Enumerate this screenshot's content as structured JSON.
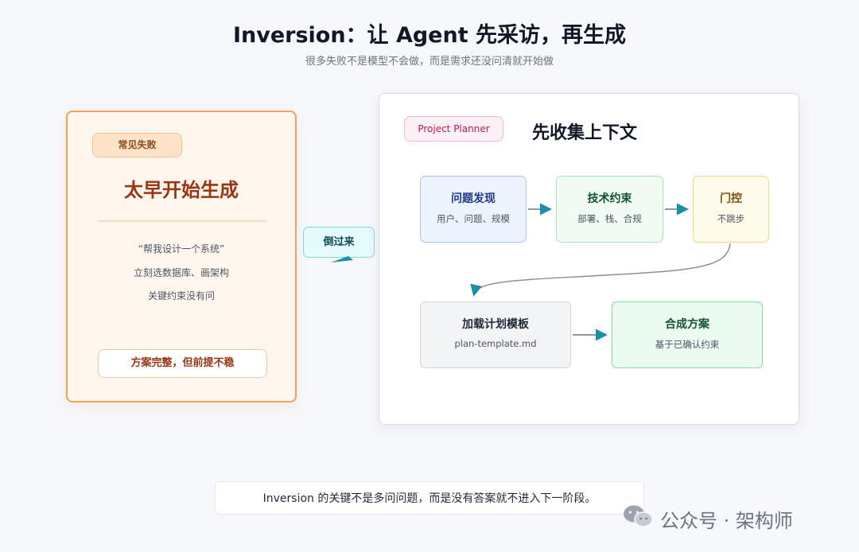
{
  "header": {
    "title": "Inversion：让 Agent 先采访，再生成",
    "subtitle": "很多失败不是模型不会做，而是需求还没问清就开始做"
  },
  "failure": {
    "badge": "常见失败",
    "heading": "太早开始生成",
    "lines": [
      "“帮我设计一个系统”",
      "立刻选数据库、画架构",
      "关键约束没有问"
    ],
    "result": "方案完整，但前提不稳"
  },
  "invert_label": "倒过来",
  "planner": {
    "tag": "Project Planner",
    "title": "先收集上下文",
    "nodes": [
      {
        "title": "问题发现",
        "sub": "用户、问题、规模"
      },
      {
        "title": "技术约束",
        "sub": "部署、栈、合规"
      },
      {
        "title": "门控",
        "sub": "不跳步"
      },
      {
        "title": "加载计划模板",
        "sub": "plan-template.md"
      },
      {
        "title": "合成方案",
        "sub": "基于已确认约束"
      }
    ]
  },
  "footer": {
    "note": "Inversion 的关键不是多问问题，而是没有答案就不进入下一阶段。"
  },
  "watermark": {
    "text": "公众号 · 架构师",
    "icon": "wechat-icon"
  },
  "colors": {
    "accent_orange": "#f5a05b",
    "arrow_teal": "#1a8fa8",
    "planner_pink": "#be185d"
  }
}
